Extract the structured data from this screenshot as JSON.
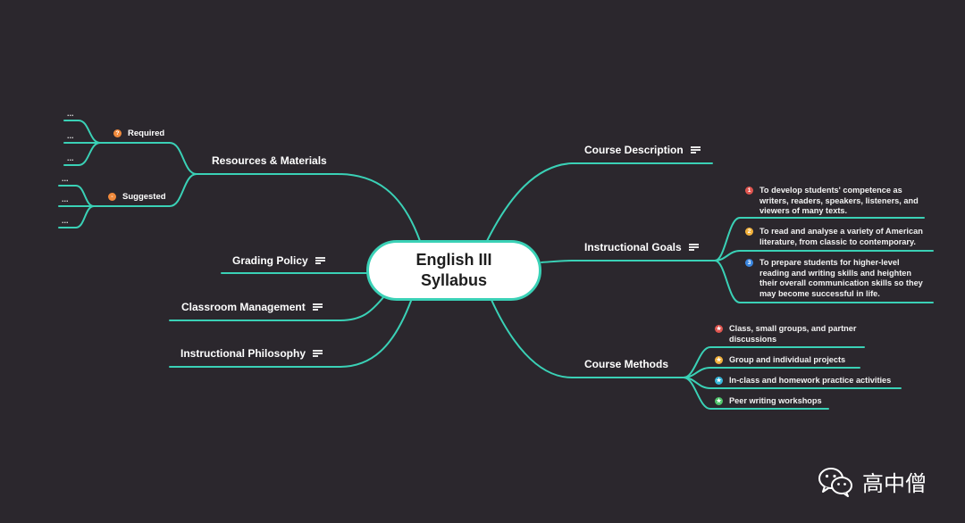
{
  "central": {
    "line1": "English III",
    "line2": "Syllabus"
  },
  "colors": {
    "link": "#3ad1b6",
    "background": "#2b272d",
    "node": "#ffffff"
  },
  "branches": {
    "resources": {
      "label": "Resources & Materials",
      "required": {
        "label": "Required",
        "marker": "?",
        "marker_color": "#f08a3c",
        "items": [
          "...",
          "...",
          "..."
        ]
      },
      "suggested": {
        "label": "Suggested",
        "marker": "-",
        "marker_color": "#f08a3c",
        "items": [
          "...",
          "...",
          "..."
        ]
      }
    },
    "grading": {
      "label": "Grading Policy",
      "icon": "note-icon"
    },
    "classroom": {
      "label": "Classroom Management",
      "icon": "note-icon"
    },
    "philosophy": {
      "label": "Instructional Philosophy",
      "icon": "note-icon"
    },
    "description": {
      "label": "Course Description",
      "icon": "note-icon"
    },
    "goals": {
      "label": "Instructional Goals",
      "icon": "note-icon",
      "items": [
        {
          "marker": "1",
          "marker_color": "#e0554f",
          "text": "To develop students' competence as writers, readers, speakers, listeners, and viewers of many texts."
        },
        {
          "marker": "2",
          "marker_color": "#f2b13b",
          "text": "To read and analyse a variety of American literature, from classic to contemporary."
        },
        {
          "marker": "3",
          "marker_color": "#3a86e0",
          "text": "To prepare students for higher-level reading and writing skills and heighten their overall communication skills so they may become successful in life."
        }
      ]
    },
    "methods": {
      "label": "Course Methods",
      "items": [
        {
          "marker": "★",
          "marker_color": "#e0554f",
          "text": "Class, small groups, and partner discussions"
        },
        {
          "marker": "★",
          "marker_color": "#f2b13b",
          "text": "Group and individual projects"
        },
        {
          "marker": "★",
          "marker_color": "#35b6d9",
          "text": "In-class and homework practice activities"
        },
        {
          "marker": "★",
          "marker_color": "#4ec46b",
          "text": "Peer writing workshops"
        }
      ]
    }
  },
  "watermark": {
    "text": "高中僧",
    "icon": "wechat-icon"
  }
}
